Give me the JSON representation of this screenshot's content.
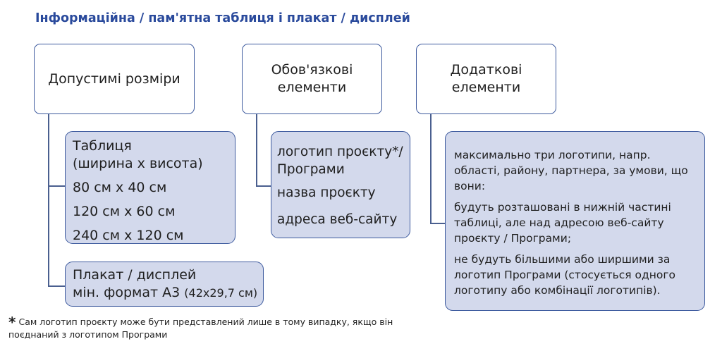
{
  "title": "Інформаційна / пам'ятна таблиця і плакат / дисплей",
  "columns": [
    {
      "header": [
        "Допустимі розміри"
      ]
    },
    {
      "header": [
        "Обов'язкові",
        "елементи"
      ]
    },
    {
      "header": [
        "Додаткові",
        "елементи"
      ]
    }
  ],
  "sizes": {
    "table_title": [
      "Таблиця",
      "(ширина х висота)"
    ],
    "rows": [
      "80 см х 40 см",
      "120 см х 60 см",
      "240 см х 120 см"
    ]
  },
  "poster": {
    "line1": "Плакат / дисплей",
    "line2": "мін. формат А3",
    "line2_small": "(42х29,7 см)"
  },
  "required": {
    "items": [
      "логотип проєкту*/",
      "Програми",
      "назва проєкту",
      "адреса веб-сайту"
    ]
  },
  "additional": {
    "paragraphs": [
      "максимально три логотипи, напр. області, району, партнера, за умови, що вони:",
      "будуть розташовані в нижній частині таблиці, але над адресою веб-сайту проєкту / Програми;",
      "не будуть більшими або ширшими за логотип Програми (стосується одного логотипу або комбінації логотипів)."
    ]
  },
  "footnote": {
    "star": "*",
    "line1": "Сам логотип проєкту може бути представлений лише в тому випадку, якщо він",
    "line2": "поєднаний з логотипом Програми"
  }
}
